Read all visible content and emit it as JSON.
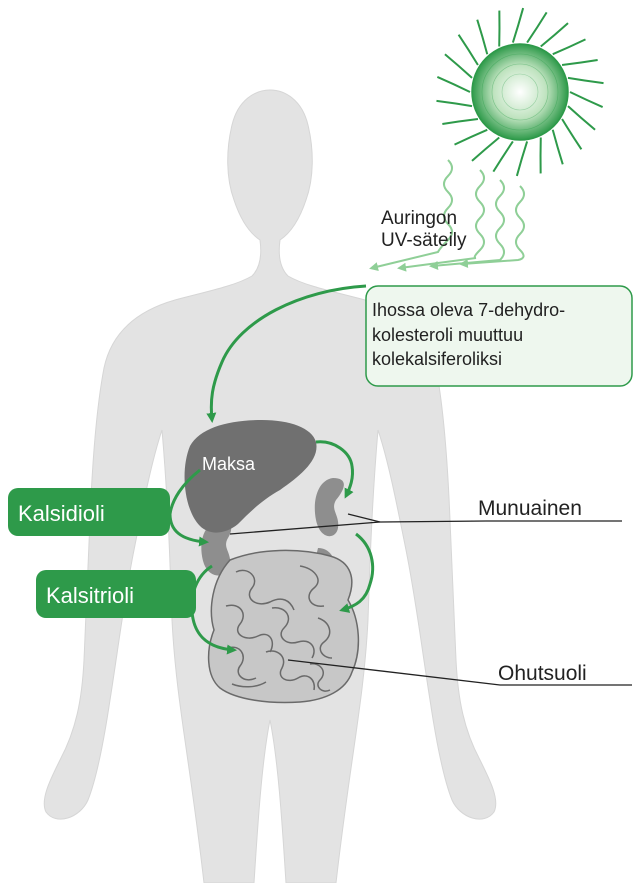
{
  "labels": {
    "sun": "Auringon\nUV-säteily",
    "skin_box": "Ihossa oleva 7-dehydro-\nkolesteroli muuttuu\nkolekalsiferoliksi",
    "liver": "Maksa",
    "kalsidioli": "Kalsidioli",
    "kalsitrioli": "Kalsitrioli",
    "munuainen": "Munuainen",
    "ohutsuoli": "Ohutsuoli"
  },
  "colors": {
    "body": "#e3e3e3",
    "body_edge": "#d4d4d4",
    "green": "#2e9a4a",
    "green_box_bg": "#eef7ee",
    "liver": "#707070",
    "kidney": "#8e8e8e",
    "intestine": "#c7c7c7",
    "intestine_stroke": "#6a6a6a",
    "leader": "#222222"
  },
  "icons": {
    "sun": "sun-icon",
    "arrows": "curved-arrow-icon"
  }
}
